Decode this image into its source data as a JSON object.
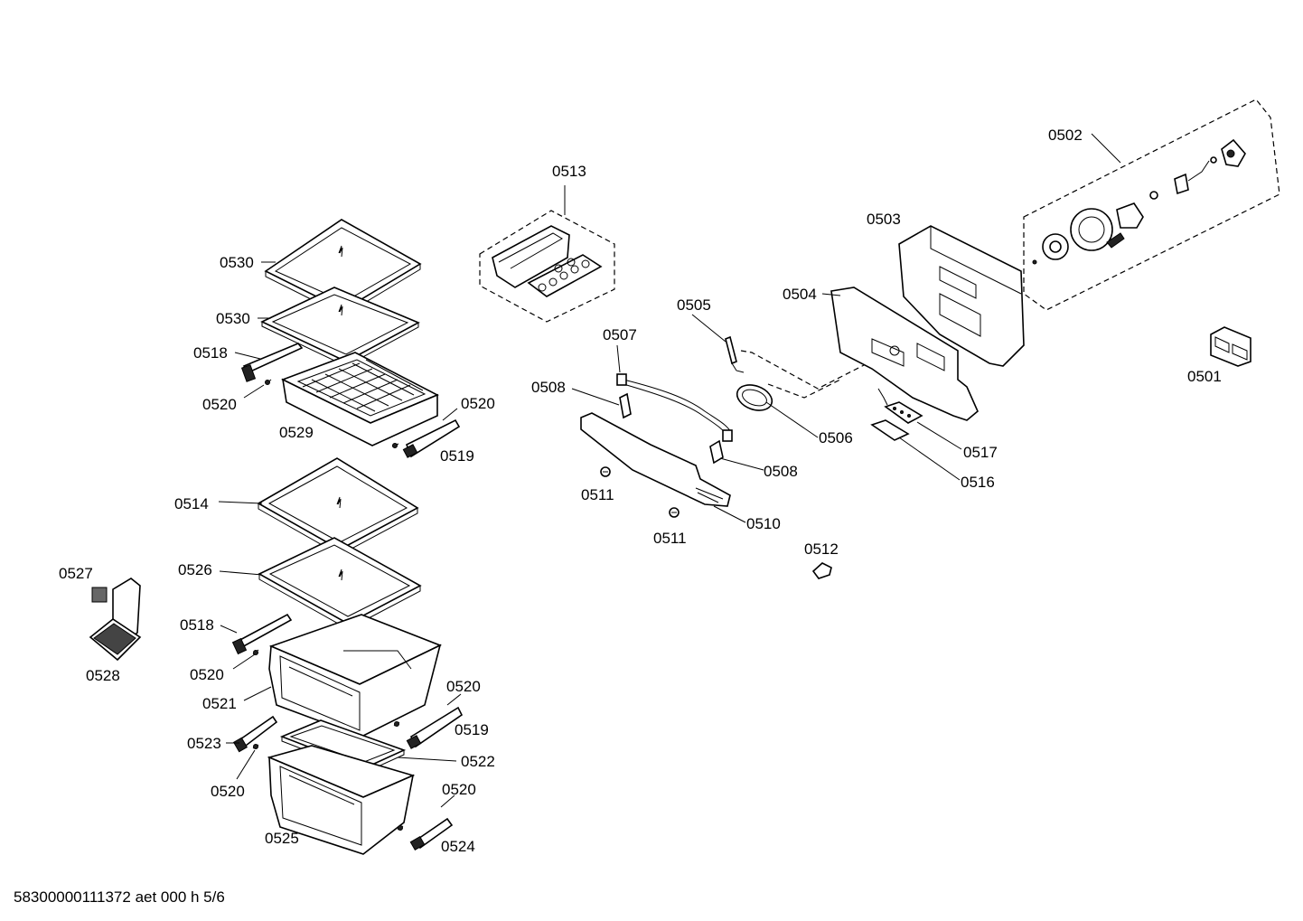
{
  "labels": {
    "p0501": "0501",
    "p0502": "0502",
    "p0503": "0503",
    "p0504": "0504",
    "p0505": "0505",
    "p0506": "0506",
    "p0507": "0507",
    "p0508a": "0508",
    "p0508b": "0508",
    "p0510": "0510",
    "p0511a": "0511",
    "p0511b": "0511",
    "p0512": "0512",
    "p0513": "0513",
    "p0514": "0514",
    "p0516": "0516",
    "p0517": "0517",
    "p0518a": "0518",
    "p0518b": "0518",
    "p0519a": "0519",
    "p0519b": "0519",
    "p0520a": "0520",
    "p0520b": "0520",
    "p0520c": "0520",
    "p0520d": "0520",
    "p0520e": "0520",
    "p0520f": "0520",
    "p0521": "0521",
    "p0522": "0522",
    "p0523": "0523",
    "p0524": "0524",
    "p0525": "0525",
    "p0526": "0526",
    "p0527": "0527",
    "p0528": "0528",
    "p0529": "0529",
    "p0530a": "0530",
    "p0530b": "0530"
  },
  "footer": "58300000111372 aet 000 h 5/6"
}
